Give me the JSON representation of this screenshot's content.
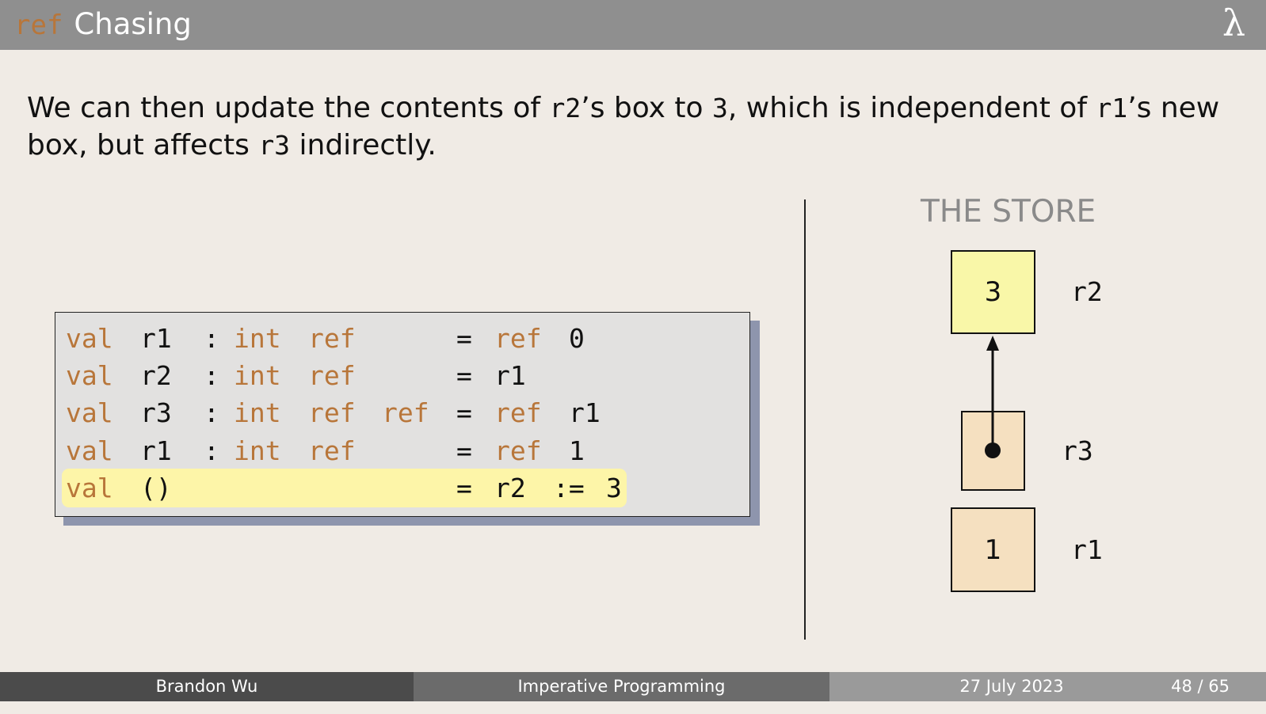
{
  "header": {
    "title_keyword": "ref",
    "title_text": "Chasing",
    "logo": "λ"
  },
  "intro": {
    "p1": "We can then update the contents of ",
    "c1": "r2",
    "p2": "’s box to ",
    "c2": "3",
    "p3": ", which is independent of ",
    "c3": "r1",
    "p4": "’s new box, but affects ",
    "c4": "r3",
    "p5": " indirectly."
  },
  "code": {
    "lines": [
      {
        "val": "val",
        "name": "r1",
        "colon": ":",
        "t1": "int",
        "t2": "ref",
        "t3": "",
        "eq": "=",
        "r1": "ref",
        "r2": "0",
        "r3": "",
        "r4": ""
      },
      {
        "val": "val",
        "name": "r2",
        "colon": ":",
        "t1": "int",
        "t2": "ref",
        "t3": "",
        "eq": "=",
        "r1": "r1",
        "r2": "",
        "r3": "",
        "r4": ""
      },
      {
        "val": "val",
        "name": "r3",
        "colon": ":",
        "t1": "int",
        "t2": "ref",
        "t3": "ref",
        "eq": "=",
        "r1": "ref",
        "r2": "r1",
        "r3": "",
        "r4": ""
      },
      {
        "val": "val",
        "name": "r1",
        "colon": ":",
        "t1": "int",
        "t2": "ref",
        "t3": "",
        "eq": "=",
        "r1": "ref",
        "r2": "1",
        "r3": "",
        "r4": ""
      },
      {
        "val": "val",
        "name": "()",
        "colon": "",
        "t1": "",
        "t2": "",
        "t3": "",
        "eq": "=",
        "r1": "r2",
        "r2": "",
        "r3": ":=",
        "r4": "3"
      }
    ]
  },
  "store": {
    "title": "THE STORE",
    "cells": [
      {
        "value": "3",
        "label": "r2",
        "color": "#f9f7a8"
      },
      {
        "value": "",
        "label": "r3",
        "color": "#f5e0c0"
      },
      {
        "value": "1",
        "label": "r1",
        "color": "#f5e0c0"
      }
    ]
  },
  "footer": {
    "author": "Brandon Wu",
    "topic": "Imperative Programming",
    "date": "27 July 2023",
    "page": "48 / 65"
  }
}
